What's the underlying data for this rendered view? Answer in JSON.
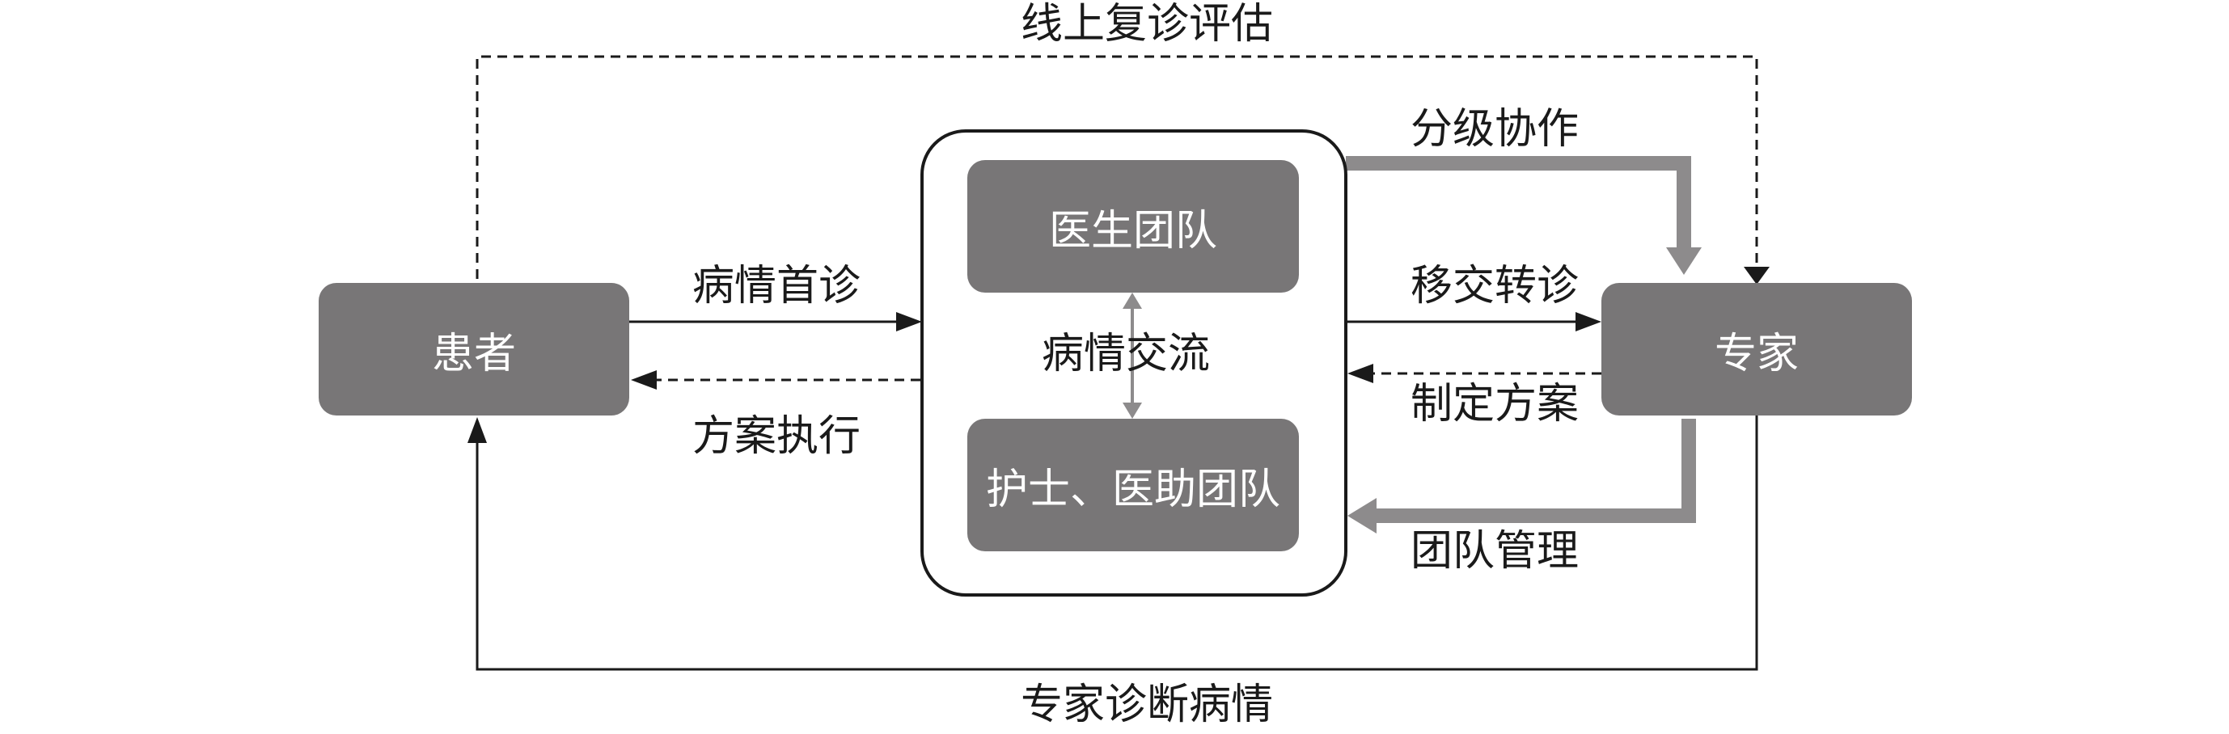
{
  "nodes": {
    "patient": "患者",
    "expert": "专家",
    "doctor_team": "医生团队",
    "nurse_team": "护士、医助团队"
  },
  "edges": {
    "online_followup": "线上复诊评估",
    "first_visit": "病情首诊",
    "plan_execution": "方案执行",
    "condition_exchange": "病情交流",
    "tiered_collaboration": "分级协作",
    "referral": "移交转诊",
    "make_plan": "制定方案",
    "team_management": "团队管理",
    "expert_diagnosis": "专家诊断病情"
  },
  "colors": {
    "node_fill": "#787677",
    "thick_arrow": "#8d8b8c",
    "line": "#1a1a1a"
  }
}
